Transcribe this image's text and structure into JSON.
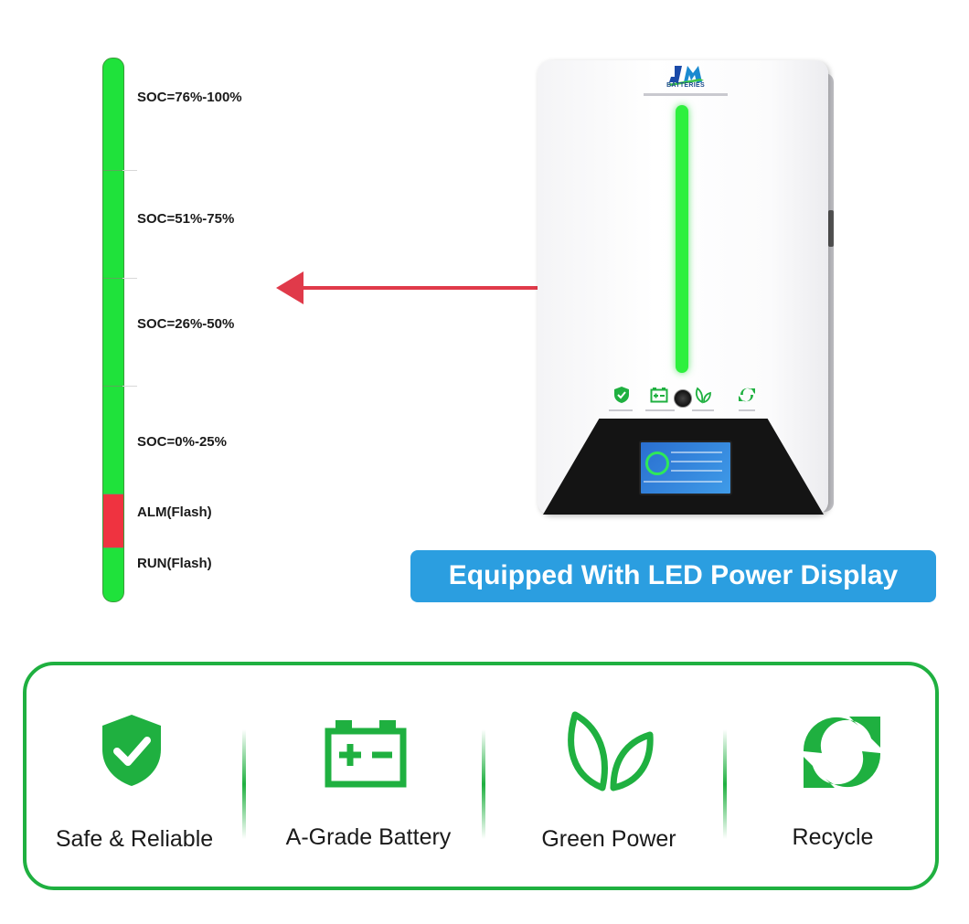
{
  "led_legend": {
    "levels": [
      {
        "label": "SOC=76%-100%",
        "color": "#1fe23b"
      },
      {
        "label": "SOC=51%-75%",
        "color": "#1fe23b"
      },
      {
        "label": "SOC=26%-50%",
        "color": "#1fe23b"
      },
      {
        "label": "SOC=0%-25%",
        "color": "#1fe23b"
      },
      {
        "label": "ALM(Flash)",
        "color": "#ef3340"
      },
      {
        "label": "RUN(Flash)",
        "color": "#1fe23b"
      }
    ]
  },
  "product": {
    "brand": "BATTERIES"
  },
  "caption": "Equipped With LED Power Display",
  "features": [
    {
      "label": "Safe & Reliable",
      "icon": "shield-check-icon"
    },
    {
      "label": "A-Grade Battery",
      "icon": "battery-icon"
    },
    {
      "label": "Green Power",
      "icon": "leaf-icon"
    },
    {
      "label": "Recycle",
      "icon": "recycle-icon"
    }
  ],
  "colors": {
    "accent_green": "#1fb040",
    "led_green": "#1fe23b",
    "alarm_red": "#ef3340",
    "arrow_red": "#e03a4a",
    "caption_blue": "#2b9ee0"
  }
}
